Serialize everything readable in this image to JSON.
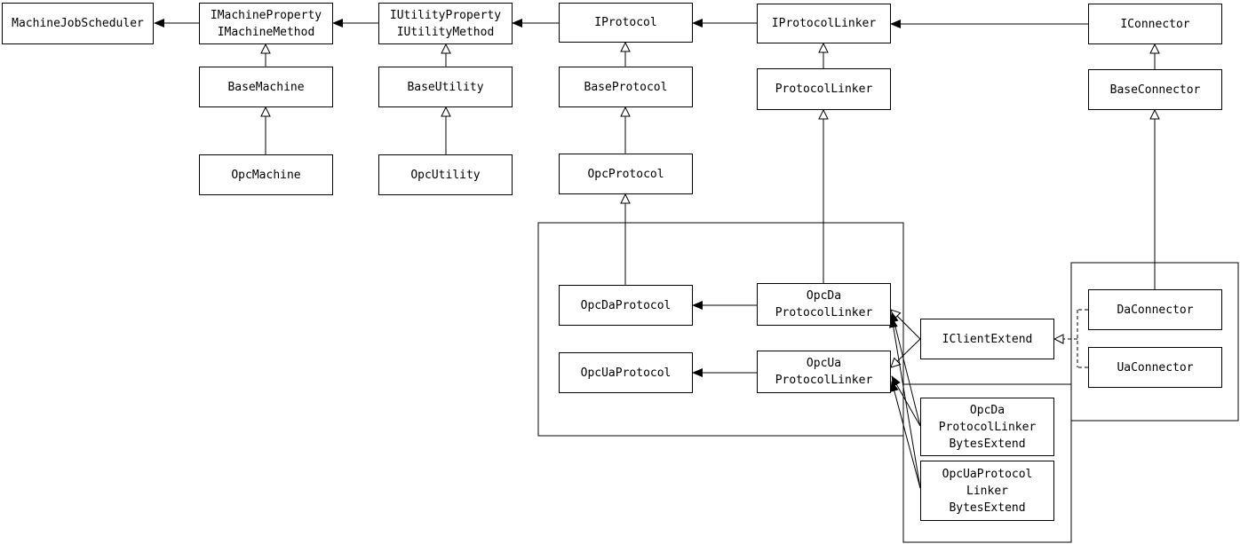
{
  "nodes": {
    "machine_job_scheduler": "MachineJobScheduler",
    "imachine": "IMachineProperty\nIMachineMethod",
    "iutility": "IUtilityProperty\nIUtilityMethod",
    "iprotocol": "IProtocol",
    "iprotocol_linker": "IProtocolLinker",
    "iconnector": "IConnector",
    "base_machine": "BaseMachine",
    "base_utility": "BaseUtility",
    "base_protocol": "BaseProtocol",
    "protocol_linker": "ProtocolLinker",
    "base_connector": "BaseConnector",
    "opc_machine": "OpcMachine",
    "opc_utility": "OpcUtility",
    "opc_protocol": "OpcProtocol",
    "opc_da_protocol": "OpcDaProtocol",
    "opc_da_protocol_linker": "OpcDa\nProtocolLinker",
    "opc_ua_protocol": "OpcUaProtocol",
    "opc_ua_protocol_linker": "OpcUa\nProtocolLinker",
    "iclient_extend": "IClientExtend",
    "da_connector": "DaConnector",
    "ua_connector": "UaConnector",
    "opc_da_bytes_extend": "OpcDa\nProtocolLinker\nBytesExtend",
    "opc_ua_bytes_extend": "OpcUaProtocol\nLinker\nBytesExtend"
  },
  "colors": {
    "line": "#000000",
    "box_fill": "#ffffff",
    "background": "#ffffff"
  }
}
